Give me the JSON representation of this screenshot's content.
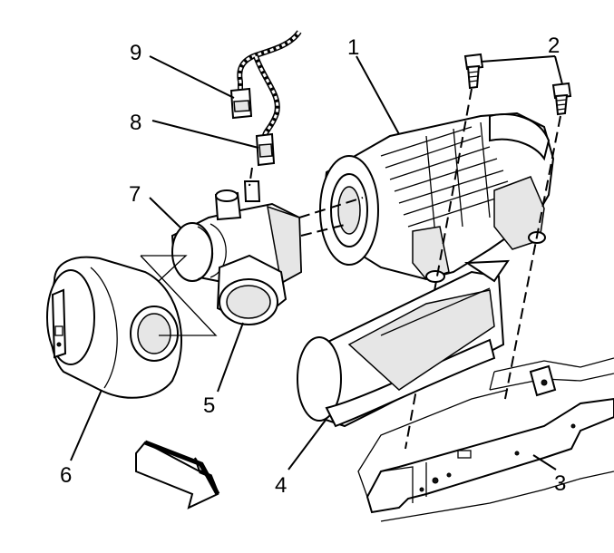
{
  "callouts": [
    {
      "id": "1",
      "text": "1"
    },
    {
      "id": "2",
      "text": "2"
    },
    {
      "id": "3",
      "text": "3"
    },
    {
      "id": "4",
      "text": "4"
    },
    {
      "id": "5",
      "text": "5"
    },
    {
      "id": "6",
      "text": "6"
    },
    {
      "id": "7",
      "text": "7"
    },
    {
      "id": "8",
      "text": "8"
    },
    {
      "id": "9",
      "text": "9"
    }
  ],
  "colors": {
    "line": "#000000",
    "fill": "#ffffff",
    "shade": "#e6e6e6"
  },
  "icons": {
    "direction": "forward-arrow-icon"
  }
}
